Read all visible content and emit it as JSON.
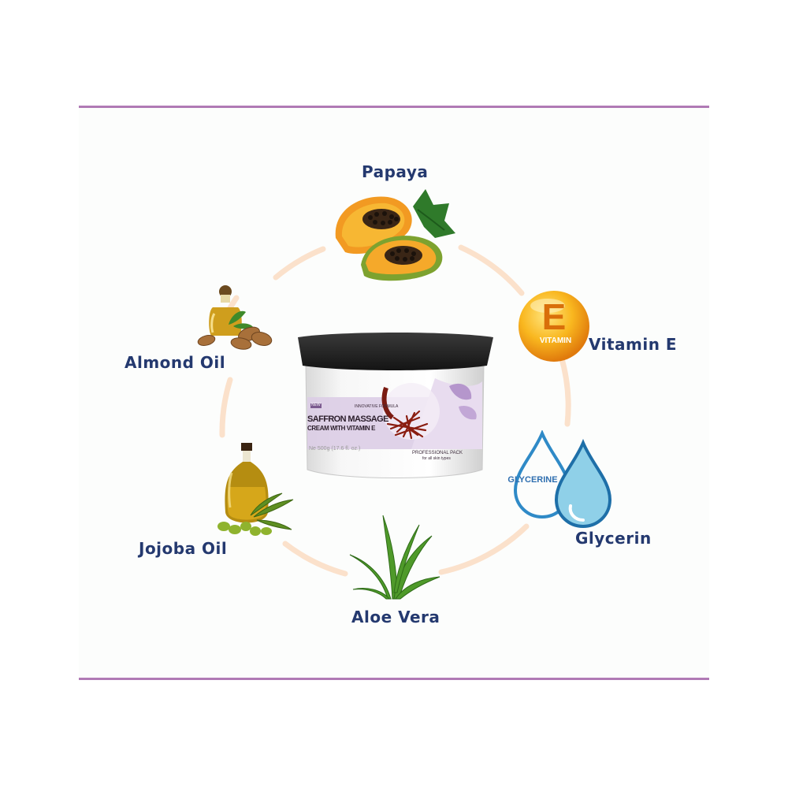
{
  "ingredients": {
    "papaya": "Papaya",
    "vitamin_e": "Vitamin E",
    "glycerin": "Glycerin",
    "aloe_vera": "Aloe Vera",
    "jojoba_oil": "Jojoba Oil",
    "almond_oil": "Almond Oil"
  },
  "badges": {
    "vitamin_letter": "E",
    "vitamin_word": "VITAMIN",
    "glycerine": "GLYCERINE"
  },
  "product": {
    "new_tag": "NEW",
    "formula": "INNOVATIVE FORMULA",
    "name_line1": "SAFFRON MASSAGE",
    "name_line2": "CREAM WITH VITAMIN E",
    "net_weight": "Ne 500g (17.6 fl. oz.)",
    "pack": "PROFESSIONAL PACK",
    "skin_types": "for all skin types"
  },
  "colors": {
    "label_text": "#24396f",
    "divider": "#b07ab5",
    "ring": "#fbe1cb",
    "vitamin_orange": "#f7a51c",
    "glycerin_blue": "#2f8ac7",
    "jar_lid": "#262626",
    "jar_label_purple": "#d8c8e0"
  }
}
